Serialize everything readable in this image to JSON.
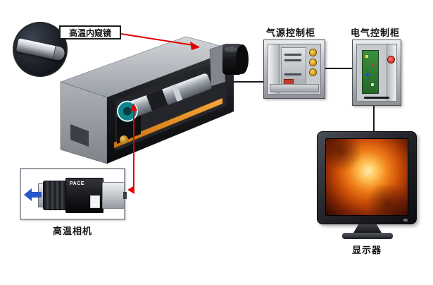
{
  "diagram": {
    "endoscope": {
      "label": "高温内窥镜"
    },
    "air_cabinet": {
      "label": "气源控制柜"
    },
    "electric_cabinet": {
      "label": "电气控制柜"
    },
    "camera": {
      "label": "高温相机",
      "brand": "PACE"
    },
    "monitor": {
      "label": "显示器"
    }
  },
  "colors": {
    "connector_red": "#e00000",
    "connector_black": "#17181a",
    "arrow_blue": "#2757c9",
    "rail_orange": "#ef8a1a",
    "tube_teal": "#0f858c",
    "screen_center": "#ffedb0",
    "screen_mid": "#f08018",
    "screen_edge": "#2b0a01"
  }
}
